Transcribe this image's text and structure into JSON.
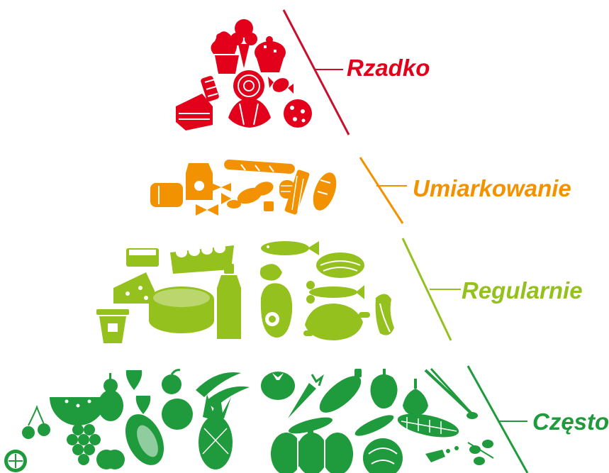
{
  "colors": {
    "rarely": "#e2001a",
    "moderately": "#f39200",
    "regularly": "#95c11f",
    "often": "#1f9a3c"
  },
  "tiers": [
    {
      "key": "rarely",
      "label": "Rzadko",
      "icons": [
        "ice-cream-icon",
        "cupcake-icon",
        "muffin-icon",
        "candy-cane-icon",
        "cookie-icon",
        "wrapped-candy-icon",
        "cake-slice-icon",
        "croissant-icon",
        "chocolate-chip-cookie-icon"
      ]
    },
    {
      "key": "moderately",
      "label": "Umiarkowanie",
      "icons": [
        "bread-loaf-icon",
        "flour-bag-icon",
        "baguette-icon",
        "pasta-icon",
        "peanut-icon",
        "cracker-icon",
        "breadsticks-icon",
        "bread-roll-icon"
      ]
    },
    {
      "key": "regularly",
      "label": "Regularnie",
      "icons": [
        "butter-icon",
        "egg-carton-icon",
        "fish-icon",
        "cheese-wedge-icon",
        "cheese-wheel-icon",
        "milk-bottle-icon",
        "yogurt-icon",
        "salmon-steak-icon",
        "shrimp-icon",
        "lobster-icon",
        "ham-icon",
        "chicken-icon",
        "bacon-icon"
      ]
    },
    {
      "key": "often",
      "label": "Często",
      "icons": [
        "watermelon-icon",
        "pear-icon",
        "strawberry-icon",
        "orange-icon",
        "banana-icon",
        "cherries-icon",
        "grapes-icon",
        "papaya-icon",
        "pineapple-icon",
        "apple-icon",
        "citrus-slice-icon",
        "tomato-icon",
        "carrot-icon",
        "eggplant-icon",
        "pepper-icon",
        "garlic-icon",
        "spring-onion-icon",
        "pumpkin-icon",
        "cabbage-icon",
        "corn-icon",
        "pea-pod-icon",
        "cucumber-icon",
        "olives-icon"
      ]
    }
  ]
}
